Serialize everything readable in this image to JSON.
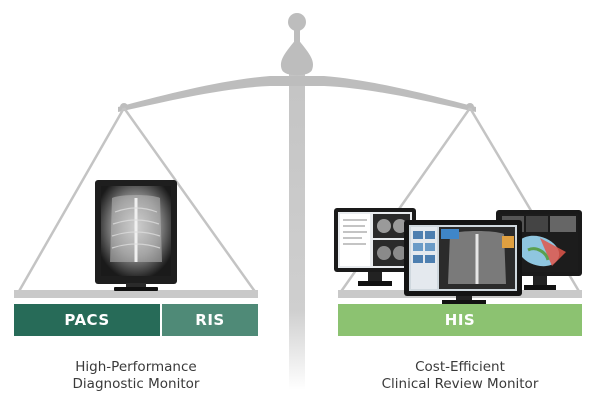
{
  "left_pan": {
    "bars": [
      {
        "label": "PACS",
        "color": "#276b58"
      },
      {
        "label": "RIS",
        "color": "#4f8a77"
      }
    ],
    "caption_line1": "High-Performance",
    "caption_line2": "Diagnostic Monitor"
  },
  "right_pan": {
    "bars": [
      {
        "label": "HIS",
        "color": "#8cc271"
      }
    ],
    "caption_line1": "Cost-Efficient",
    "caption_line2": "Clinical Review Monitor"
  },
  "colors": {
    "scale": "#bdbdbd",
    "scale_dark": "#a9a9a9"
  },
  "icons": [
    "balance-scale-icon",
    "xray-monitor-icon",
    "clinical-monitor-icon"
  ]
}
